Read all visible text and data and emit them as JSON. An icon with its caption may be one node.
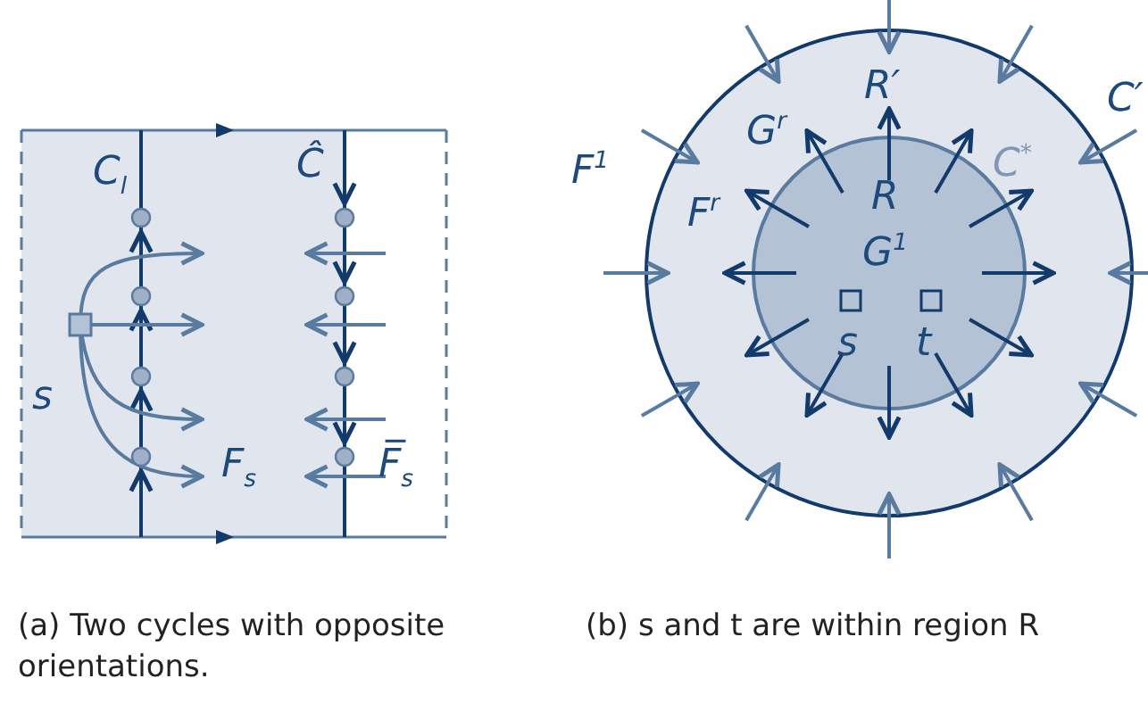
{
  "diagram": {
    "labels": [
      "C$_{l}$",
      "Ĉ",
      "s",
      "F$_{s}$",
      "F̅$_{s}$",
      "R′",
      "C′",
      "F$^{1}$",
      "G$^{r}$",
      "C$^{*}$",
      "F$^{r}$",
      "R",
      "G$^{1}$",
      "s",
      "t",
      "(a) Two cycles with opposite orientations.",
      "(b) s and t are within region R"
    ]
  }
}
